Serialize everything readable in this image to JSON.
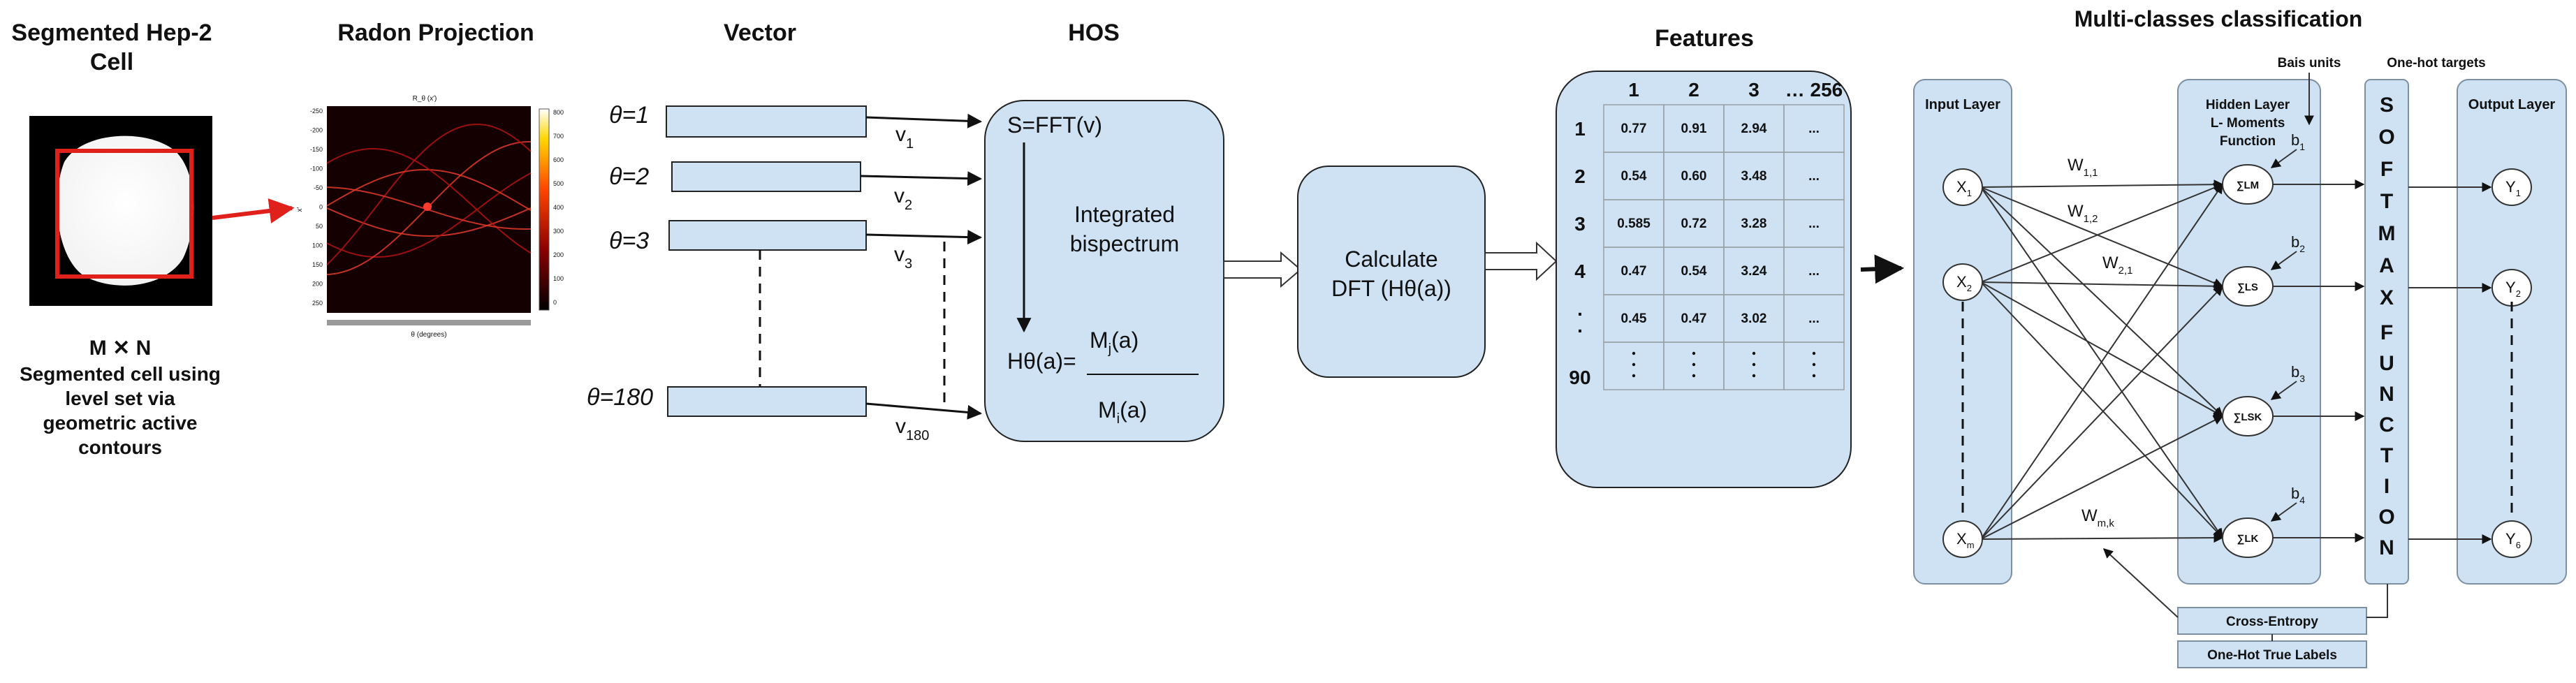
{
  "colors": {
    "box_fill": "#cfe2f3",
    "highlight_red": "#e0201b",
    "heatmap_bg": "#140000"
  },
  "segmented": {
    "title_line1": "Segmented Hep-2",
    "title_line2": "Cell",
    "size_label": "M ✕ N",
    "caption_lines": [
      "Segmented cell using",
      "level set via",
      "geometric active",
      "contours"
    ]
  },
  "radon": {
    "title": "Radon Projection",
    "plot_title": "R_θ (x′)",
    "xlabel": "θ (degrees)",
    "ylabel": "x′",
    "yticks": [
      "-250",
      "-200",
      "-150",
      "-100",
      "-50",
      "0",
      "50",
      "100",
      "150",
      "200",
      "250"
    ],
    "colorbar_ticks": [
      "800",
      "700",
      "600",
      "500",
      "400",
      "300",
      "200",
      "100",
      "0"
    ]
  },
  "vector": {
    "title": "Vector",
    "theta_labels": [
      "θ=1",
      "θ=2",
      "θ=3",
      "θ=180"
    ],
    "v_labels": [
      {
        "base": "v",
        "sub": "1"
      },
      {
        "base": "v",
        "sub": "2"
      },
      {
        "base": "v",
        "sub": "3"
      },
      {
        "base": "v",
        "sub": "180"
      }
    ]
  },
  "hos": {
    "title": "HOS",
    "fft": "S=FFT(v)",
    "integrated_line1": "Integrated",
    "integrated_line2": "bispectrum",
    "formula_lhs": "Hθ(a)=",
    "numerator": {
      "base": "M",
      "sub": "j",
      "rest": "(a)"
    },
    "denominator": {
      "base": "M",
      "sub": "i",
      "rest": "(a)"
    }
  },
  "dft": {
    "line1": "Calculate",
    "line2": "DFT (Hθ(a))"
  },
  "features": {
    "title": "Features",
    "col_headers": [
      "1",
      "2",
      "3",
      "… 256"
    ],
    "row_headers": [
      "1",
      "2",
      "3",
      "4",
      ".",
      ".",
      "90"
    ],
    "rows": [
      [
        "0.77",
        "0.91",
        "2.94",
        "..."
      ],
      [
        "0.54",
        "0.60",
        "3.48",
        "..."
      ],
      [
        "0.585",
        "0.72",
        "3.28",
        "..."
      ],
      [
        "0.47",
        "0.54",
        "3.24",
        "..."
      ],
      [
        "0.45",
        "0.47",
        "3.02",
        "..."
      ]
    ]
  },
  "classification": {
    "title": "Multi-classes classification",
    "input_layer": "Input Layer",
    "hidden_layer_lines": [
      "Hidden Layer",
      "L- Moments",
      "Function"
    ],
    "output_layer": "Output Layer",
    "bias_units": "Bais units",
    "one_hot_targets": "One-hot targets",
    "softmax_letters": [
      "S",
      "O",
      "F",
      "T",
      "M",
      "A",
      "X",
      "F",
      "U",
      "N",
      "C",
      "T",
      "I",
      "O",
      "N"
    ],
    "inputs": [
      {
        "base": "X",
        "sub": "1"
      },
      {
        "base": "X",
        "sub": "2"
      },
      {
        "base": "X",
        "sub": "m"
      }
    ],
    "hidden": [
      "∑LM",
      "∑LS",
      "∑LSK",
      "∑LK"
    ],
    "biases": [
      {
        "base": "b",
        "sub": "1"
      },
      {
        "base": "b",
        "sub": "2"
      },
      {
        "base": "b",
        "sub": "3"
      },
      {
        "base": "b",
        "sub": "4"
      }
    ],
    "outputs": [
      {
        "base": "Y",
        "sub": "1"
      },
      {
        "base": "Y",
        "sub": "2"
      },
      {
        "base": "Y",
        "sub": "6"
      }
    ],
    "weights": [
      {
        "base": "W",
        "sub": "1,1"
      },
      {
        "base": "W",
        "sub": "1,2"
      },
      {
        "base": "W",
        "sub": "2,1"
      },
      {
        "base": "W",
        "sub": "m,k"
      }
    ],
    "cross_entropy": "Cross-Entropy",
    "true_labels": "One-Hot True Labels"
  }
}
